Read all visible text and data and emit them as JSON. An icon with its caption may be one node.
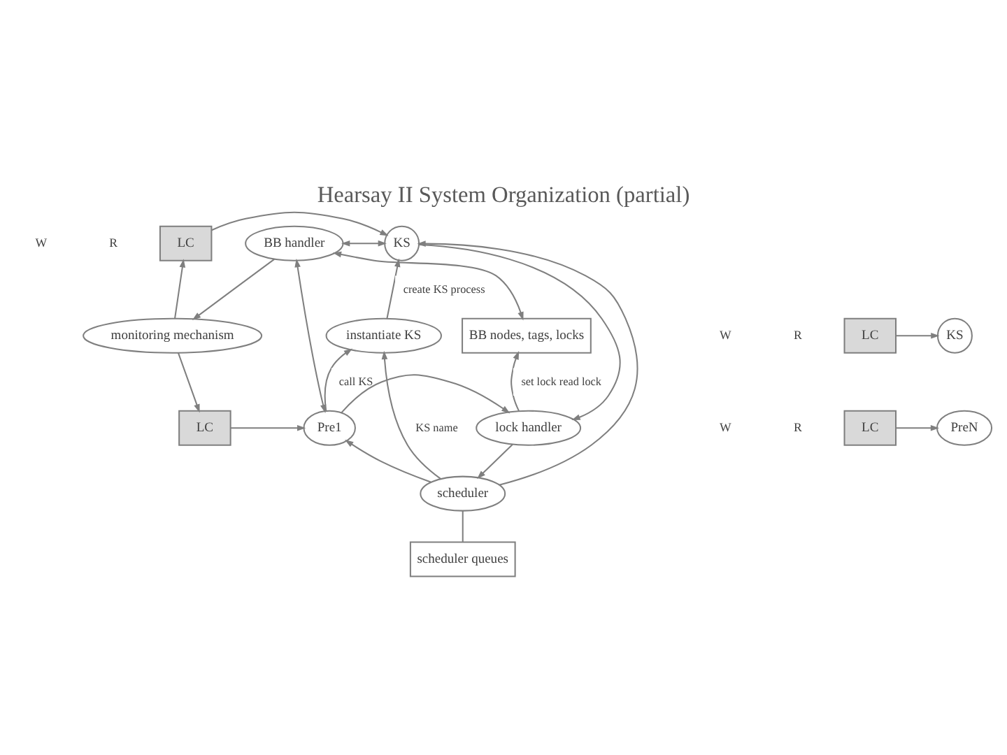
{
  "diagram": {
    "title": "Hearsay II System Organization (partial)",
    "nodes": [
      {
        "text": [
          "BB handler"
        ]
      },
      {
        "text": [
          "BB nodes, tags, locks"
        ]
      },
      {
        "text": [
          "monitoring mechanism"
        ]
      },
      {
        "text": [
          "lock handler"
        ]
      },
      {
        "text": [
          "scheduler"
        ]
      },
      {
        "text": [
          "scheduler queues"
        ]
      },
      {
        "text": [
          "LC"
        ]
      },
      {
        "text": [
          "KS"
        ]
      },
      {
        "text": [
          "LC"
        ]
      },
      {
        "text": [
          "KS"
        ]
      },
      {
        "text": [
          "instantiate KS"
        ]
      },
      {
        "text": [
          "LC"
        ]
      },
      {
        "text": [
          "Pre1"
        ]
      },
      {
        "text": [
          "LC"
        ]
      },
      {
        "text": [
          "PreN"
        ]
      }
    ],
    "edges": [
      {
        "from": 0,
        "to": 7,
        "arrow": "both"
      },
      {
        "from": 0,
        "to": 1,
        "arrow": "both"
      },
      {
        "from": 0,
        "to": 12,
        "arrow": "both"
      },
      {
        "from": 0,
        "to": 2,
        "arrow": "to"
      },
      {
        "from": 2,
        "to": 6,
        "arrow": "to"
      },
      {
        "from": 2,
        "to": 11,
        "arrow": "to"
      },
      {
        "from": 6,
        "to": 7,
        "arrow": "to"
      },
      {
        "from": 8,
        "to": 9,
        "arrow": "to"
      },
      {
        "from": 11,
        "to": 12,
        "arrow": "to"
      },
      {
        "from": 13,
        "to": 14,
        "arrow": "to"
      },
      {
        "from": 3,
        "to": 1,
        "arrow": "to",
        "label": "set lock read lock"
      },
      {
        "from": 3,
        "to": 4,
        "arrow": "to"
      },
      {
        "from": 7,
        "to": 3,
        "arrow": "to"
      },
      {
        "from": 12,
        "to": 3,
        "arrow": "to"
      },
      {
        "from": 12,
        "to": 10,
        "arrow": "to",
        "label": "call KS"
      },
      {
        "from": 10,
        "to": 7,
        "arrow": "to",
        "label": "create KS process"
      },
      {
        "from": 4,
        "to": 10,
        "arrow": "to",
        "label": "KS name"
      },
      {
        "from": 4,
        "to": 12,
        "arrow": "to"
      },
      {
        "from": 4,
        "to": 7,
        "arrow": "to"
      },
      {
        "from": 4,
        "to": 5,
        "arrow": "none"
      }
    ],
    "labels": [
      "W",
      "R",
      "W",
      "R",
      "W",
      "R"
    ]
  }
}
